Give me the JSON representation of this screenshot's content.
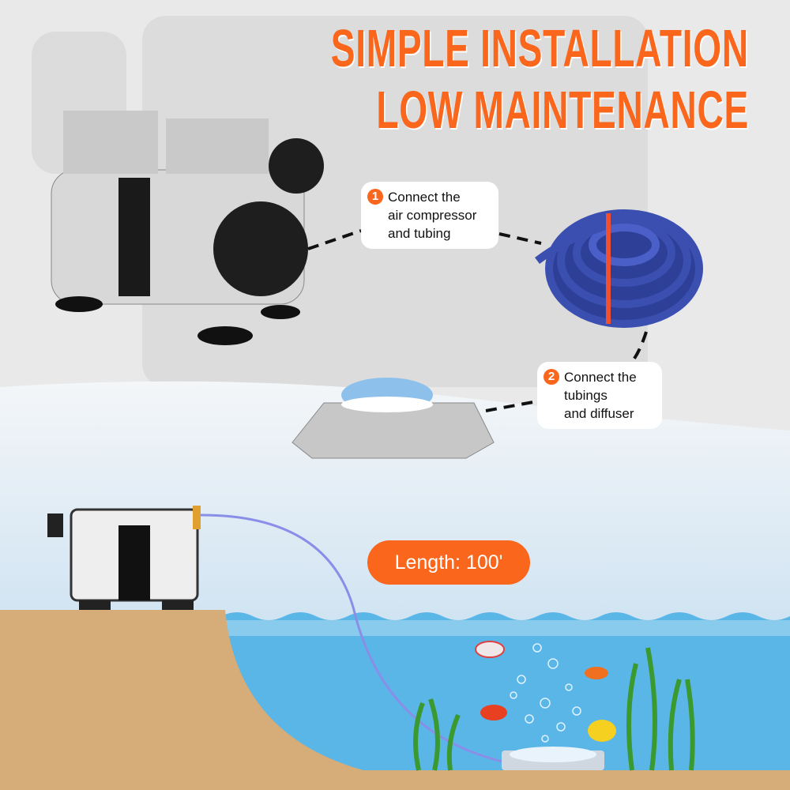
{
  "headline": {
    "line1": "SIMPLE INSTALLATION",
    "line2": "LOW MAINTENANCE",
    "color": "#f9661c"
  },
  "steps": [
    {
      "number": "1",
      "lines": [
        "Connect the",
        "air compressor",
        "and tubing"
      ]
    },
    {
      "number": "2",
      "lines": [
        "Connect the",
        "tubings",
        "and diffuser"
      ]
    }
  ],
  "length_badge": "Length: 100'",
  "colors": {
    "accent": "#f9661c",
    "hose": "#3a4fb0",
    "water": "#5ab6e6",
    "sand": "#d6ac78"
  }
}
